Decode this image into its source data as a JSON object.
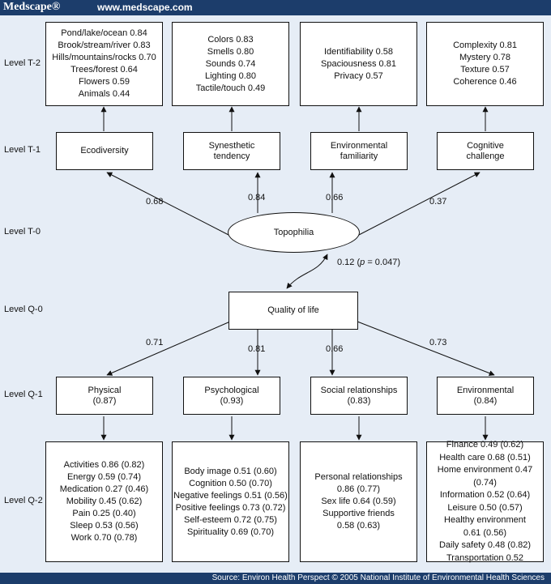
{
  "header": {
    "brand": "Medscape®",
    "site": "www.medscape.com"
  },
  "footer": {
    "source": "Source: Environ Health Perspect © 2005 National Institute of Environmental Health Sciences"
  },
  "levels": {
    "t2": "Level T-2",
    "t1": "Level T-1",
    "t0": "Level T-0",
    "q0": "Level Q-0",
    "q1": "Level Q-1",
    "q2": "Level Q-2"
  },
  "t2_boxes": [
    [
      "Pond/lake/ocean 0.84",
      "Brook/stream/river 0.83",
      "Hills/mountains/rocks 0.70",
      "Trees/forest 0.64",
      "Flowers 0.59",
      "Animals 0.44"
    ],
    [
      "Colors 0.83",
      "Smells 0.80",
      "Sounds 0.74",
      "Lighting 0.80",
      "Tactile/touch 0.49"
    ],
    [
      "Identifiability 0.58",
      "Spaciousness 0.81",
      "Privacy 0.57"
    ],
    [
      "Complexity 0.81",
      "Mystery 0.78",
      "Texture 0.57",
      "Coherence 0.46"
    ]
  ],
  "t1_nodes": [
    {
      "line1": "Ecodiversity",
      "line2": ""
    },
    {
      "line1": "Synesthetic",
      "line2": "tendency"
    },
    {
      "line1": "Environmental",
      "line2": "familiarity"
    },
    {
      "line1": "Cognitive",
      "line2": "challenge"
    }
  ],
  "topophilia": "Topophilia",
  "t_coefs": [
    "0.68",
    "0.84",
    "0.66",
    "0.37"
  ],
  "correlation": {
    "prefix": "0.12 (",
    "p": "p",
    "suffix": " = 0.047)"
  },
  "quality_of_life": "Quality of life",
  "q_coefs": [
    "0.71",
    "0.81",
    "0.66",
    "0.73"
  ],
  "q1_nodes": [
    {
      "line1": "Physical",
      "line2": "(0.87)"
    },
    {
      "line1": "Psychological",
      "line2": "(0.93)"
    },
    {
      "line1": "Social relationships",
      "line2": "(0.83)"
    },
    {
      "line1": "Environmental",
      "line2": "(0.84)"
    }
  ],
  "q2_boxes": [
    [
      "Activities 0.86 (0.82)",
      "Energy 0.59 (0.74)",
      "Medication 0.27 (0.46)",
      "Mobility 0.45 (0.62)",
      "Pain 0.25 (0.40)",
      "Sleep 0.53 (0.56)",
      "Work 0.70 (0.78)"
    ],
    [
      "Body image 0.51 (0.60)",
      "Cognition 0.50 (0.70)",
      "Negative feelings 0.51 (0.56)",
      "Positive feelings 0.73 (0.72)",
      "Self-esteem 0.72 (0.75)",
      "Spirituality 0.69 (0.70)"
    ],
    [
      "Personal relationships",
      "0.86 (0.77)",
      "Sex life 0.64 (0.59)",
      "Supportive friends",
      "0.58 (0.63)"
    ],
    [
      "Finance 0.49 (0.62)",
      "Health care 0.68 (0.51)",
      "Home environment 0.47 (0.74)",
      "Information 0.52 (0.64)",
      "Leisure 0.50 (0.57)",
      "Healthy environment",
      "0.61 (0.56)",
      "Daily safety 0.48 (0.82)",
      "Transportation 0.52"
    ]
  ]
}
